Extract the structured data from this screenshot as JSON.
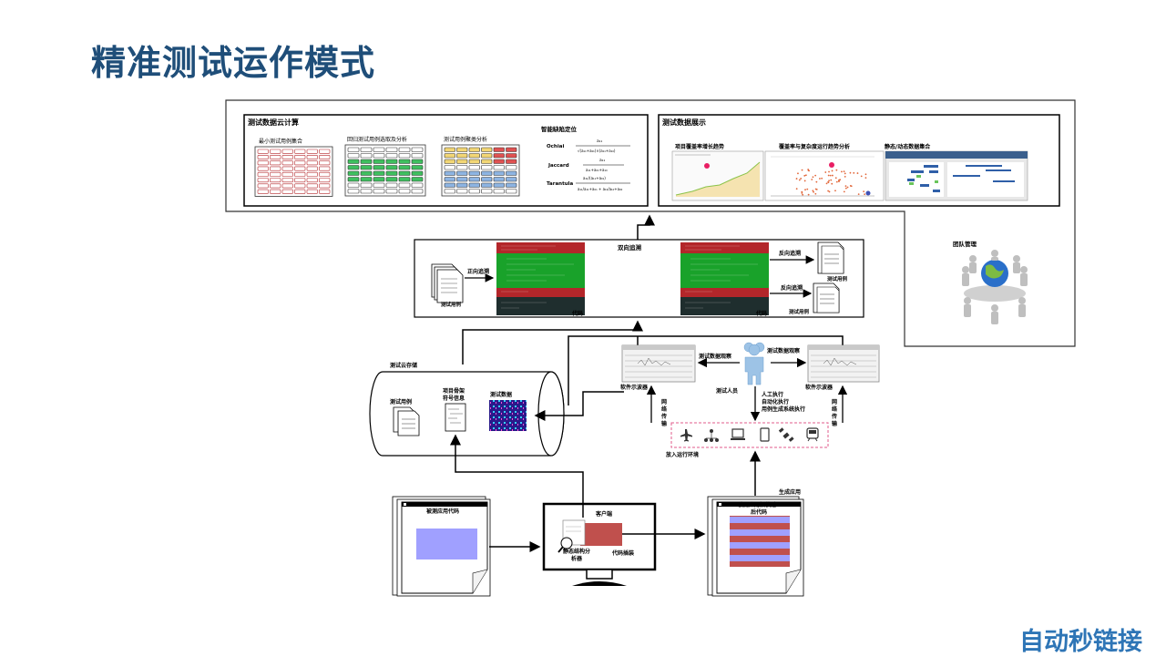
{
  "page": {
    "title": "精准测试运作模式",
    "brand": "自动秒链接"
  },
  "cloud_compute": {
    "title": "测试数据云计算",
    "min_case_set": "最小测试用例集合",
    "regression_select": "回归测试用例选取及分析",
    "cluster_analysis": "测试用例聚类分析",
    "fault_locate": "智能缺陷定位",
    "formulas": [
      "Ochiai",
      "Jaccard",
      "Tarantula"
    ]
  },
  "display": {
    "title": "测试数据展示",
    "coverage_trend": "项目覆盖率增长趋势",
    "coverage_complexity": "覆盖率与复杂度运行趋势分析",
    "static_dynamic": "静态/动态数据集合",
    "team": "团队管理"
  },
  "trace": {
    "bidirectional": "双向追溯",
    "forward": "正向追溯",
    "backward_1": "反向追溯",
    "backward_2": "反向追溯",
    "case_left": "测试用例",
    "case_right_1": "测试用例",
    "case_right_2": "测试用例",
    "code_1": "代码",
    "code_2": "代码"
  },
  "storage": {
    "title": "测试云存储",
    "cases": "测试用例",
    "skeleton_line1": "项目骨架",
    "skeleton_line2": "符号信息",
    "data": "测试数据"
  },
  "runtime": {
    "observe_1": "测试数据观察",
    "observe_2": "测试数据观察",
    "oscilloscope_1": "软件示波器",
    "oscilloscope_2": "软件示波器",
    "tester": "测试人员",
    "exec_lines": [
      "人工执行",
      "自动化执行",
      "用例生成系统执行"
    ],
    "network_chars": [
      "网",
      "络",
      "传",
      "输"
    ],
    "env": "放入运行环境",
    "generate_app": "生成应用"
  },
  "bottom": {
    "source_code": "被测应用代码",
    "client": "客户端",
    "static_analysis_line1": "静态结构分",
    "static_analysis_line2": "析器",
    "instrument": "代码插装",
    "instrumented_line1": "被测应用插装过",
    "instrumented_line2": "后代码"
  },
  "colors": {
    "title": "#1f4e79",
    "brand": "#2e75b6",
    "code_green": "#19a22a",
    "code_red": "#b3262a",
    "table_green": "#3fbf5f",
    "table_yellow": "#f2d675",
    "table_blue": "#8db4e2",
    "table_red": "#e05252",
    "person": "#9dc3e6",
    "lavender": "#a0a0ff",
    "instrument_red": "#c0504d"
  }
}
